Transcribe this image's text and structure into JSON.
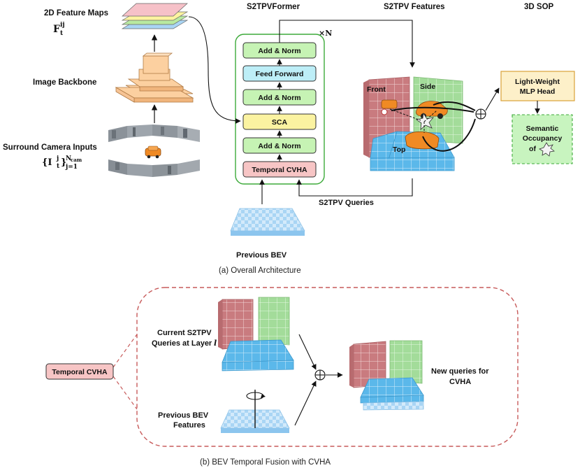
{
  "labels": {
    "feature_maps": "2D Feature Maps",
    "feature_maps_symbol": "F",
    "feature_maps_sup": "ij",
    "feature_maps_sub": "t",
    "image_backbone": "Image Backbone",
    "surround_inputs": "Surround Camera Inputs",
    "inputs_symbol": "{I",
    "inputs_sup": "j",
    "inputs_sub": "t",
    "inputs_close": "}",
    "inputs_set_sup": "N",
    "inputs_set_sup_sub": "cam",
    "inputs_set_sub": "j=1",
    "s2tpvformer": "S2TPVFormer",
    "s2tpv_features": "S2TPV Features",
    "sop_3d": "3D SOP",
    "times_n": "×N",
    "s2tpv_queries": "S2TPV Queries",
    "previous_bev": "Previous BEV",
    "front": "Front",
    "side": "Side",
    "top": "Top",
    "mlp_head_line1": "Light-Weight",
    "mlp_head_line2": "MLP Head",
    "semantic_line1": "Semantic",
    "semantic_line2": "Occupancy",
    "semantic_line3": "of",
    "caption_a": "(a) Overall Architecture",
    "temporal_cvha": "Temporal CVHA",
    "current_queries_line1": "Current S2TPV",
    "current_queries_line2": "Queries at Layer",
    "layer_symbol": "l",
    "previous_bev_features_line1": "Previous BEV",
    "previous_bev_features_line2": "Features",
    "new_queries_line1": "New queries for",
    "new_queries_line2": "CVHA",
    "caption_b": "(b) BEV Temporal Fusion with CVHA"
  },
  "former_blocks": [
    {
      "label": "Add & Norm",
      "color": "#c6f3b4"
    },
    {
      "label": "Feed Forward",
      "color": "#bdeef7"
    },
    {
      "label": "Add & Norm",
      "color": "#c6f3b4"
    },
    {
      "label": "SCA",
      "color": "#fbf3a1"
    },
    {
      "label": "Add & Norm",
      "color": "#c6f3b4"
    },
    {
      "label": "Temporal CVHA",
      "color": "#f7c5c5"
    }
  ],
  "colors": {
    "front_plane": "#c97b7f",
    "side_plane": "#a3dc9a",
    "top_plane": "#5bb8ea",
    "bev": "#a9d5f4",
    "backbone": "#fcd0a0",
    "former_border": "#3daa3a",
    "dashed_border": "#c75a5a"
  }
}
